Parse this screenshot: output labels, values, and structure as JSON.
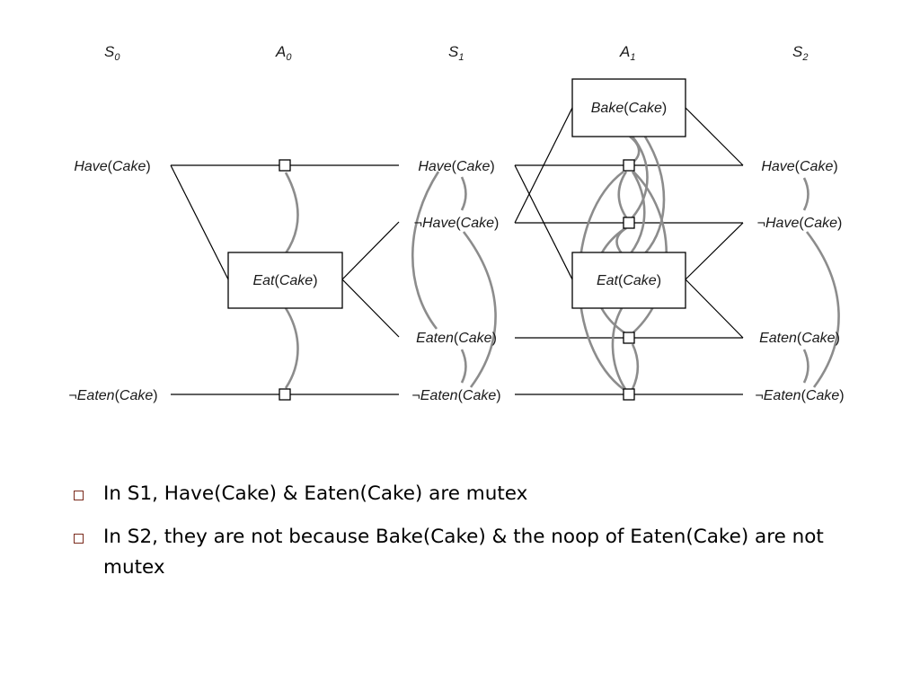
{
  "levels": [
    {
      "letter": "S",
      "sub": "0"
    },
    {
      "letter": "A",
      "sub": "0"
    },
    {
      "letter": "S",
      "sub": "1"
    },
    {
      "letter": "A",
      "sub": "1"
    },
    {
      "letter": "S",
      "sub": "2"
    }
  ],
  "nodes": {
    "s0_have": {
      "neg": "",
      "pred": "Have",
      "arg": "Cake"
    },
    "s0_not_eaten": {
      "neg": "¬",
      "pred": "Eaten",
      "arg": "Cake"
    },
    "a0_eat": {
      "neg": "",
      "pred": "Eat",
      "arg": "Cake"
    },
    "s1_have": {
      "neg": "",
      "pred": "Have",
      "arg": "Cake"
    },
    "s1_not_have": {
      "neg": "¬",
      "pred": "Have",
      "arg": "Cake"
    },
    "s1_eaten": {
      "neg": "",
      "pred": "Eaten",
      "arg": "Cake"
    },
    "s1_not_eaten": {
      "neg": "¬",
      "pred": "Eaten",
      "arg": "Cake"
    },
    "a1_bake": {
      "neg": "",
      "pred": "Bake",
      "arg": "Cake"
    },
    "a1_eat": {
      "neg": "",
      "pred": "Eat",
      "arg": "Cake"
    },
    "s2_have": {
      "neg": "",
      "pred": "Have",
      "arg": "Cake"
    },
    "s2_not_have": {
      "neg": "¬",
      "pred": "Have",
      "arg": "Cake"
    },
    "s2_eaten": {
      "neg": "",
      "pred": "Eaten",
      "arg": "Cake"
    },
    "s2_not_eaten": {
      "neg": "¬",
      "pred": "Eaten",
      "arg": "Cake"
    }
  },
  "bullets": [
    "In S1, Have(Cake) & Eaten(Cake) are mutex",
    "In S2, they are not because Bake(Cake) & the noop of Eaten(Cake) are not mutex"
  ],
  "colors": {
    "mutex_link": "#8c8c8c",
    "bullet_marker": "#7a2a1c"
  }
}
